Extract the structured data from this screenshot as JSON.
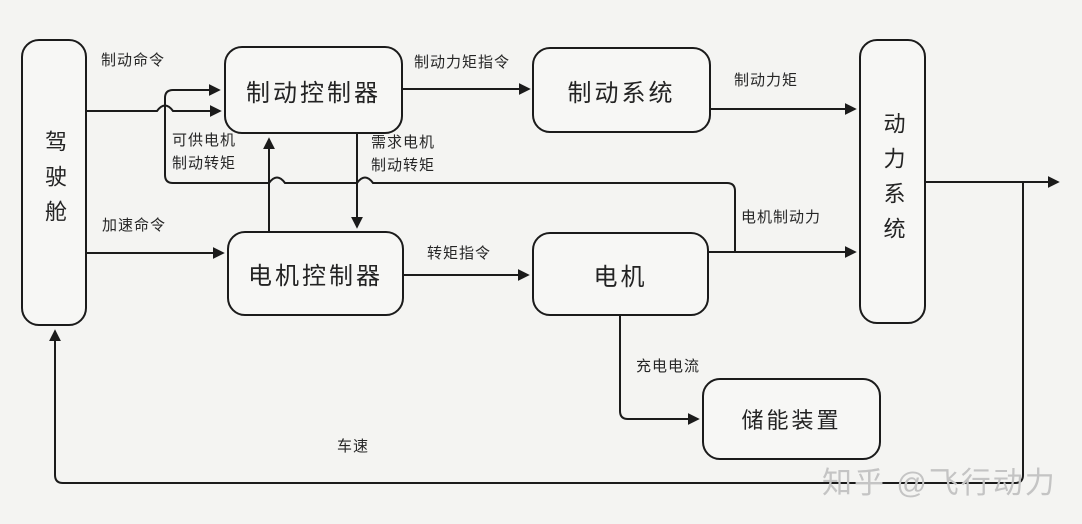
{
  "diagram": {
    "title_hint": "regenerative braking control system block diagram",
    "colors": {
      "background": "#f4f4f2",
      "line": "#1b1b1b",
      "box_fill": "#f7f7f5",
      "text": "#262626",
      "watermark": "#c4c4c4"
    },
    "nodes": {
      "cockpit": {
        "label": "驾驶舱"
      },
      "brake_controller": {
        "label": "制动控制器"
      },
      "brake_system": {
        "label": "制动系统"
      },
      "power_system": {
        "label": "动力系统"
      },
      "motor_controller": {
        "label": "电机控制器"
      },
      "motor": {
        "label": "电机"
      },
      "energy_storage": {
        "label": "储能装置"
      }
    },
    "edges": {
      "brake_command": {
        "label": "制动命令"
      },
      "brake_torque_command": {
        "label": "制动力矩指令"
      },
      "brake_torque": {
        "label": "制动力矩"
      },
      "available_motor_brake_torque": {
        "label": "可供电机\n制动转矩"
      },
      "demand_motor_brake_torque": {
        "label": "需求电机\n制动转矩"
      },
      "accelerate_command": {
        "label": "加速命令"
      },
      "torque_command": {
        "label": "转矩指令"
      },
      "motor_brake_force": {
        "label": "电机制动力"
      },
      "charge_current": {
        "label": "充电电流"
      },
      "vehicle_speed": {
        "label": "车速"
      }
    },
    "watermark": "知乎 @飞行动力"
  }
}
